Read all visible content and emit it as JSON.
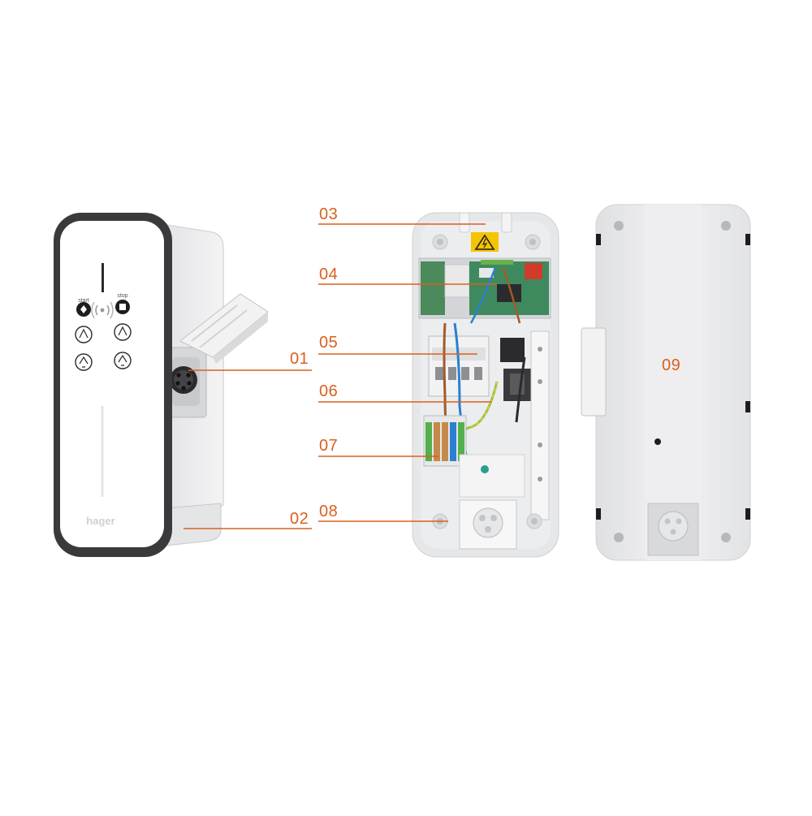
{
  "colors": {
    "accent": "#d9601e",
    "leader_line": "#d9601e",
    "housing": "#e9eaec",
    "frame": "#3a3a3c",
    "warning": "#f5c400"
  },
  "front_panel": {
    "start_label": "start",
    "stop_label": "stop",
    "brand": "hager"
  },
  "callouts": {
    "c01": "01",
    "c02": "02",
    "c03": "03",
    "c04": "04",
    "c05": "05",
    "c06": "06",
    "c07": "07",
    "c08": "08",
    "c09": "09"
  },
  "icons": {
    "warning": "warning-triangle-icon",
    "rfid": "rfid-icon"
  }
}
